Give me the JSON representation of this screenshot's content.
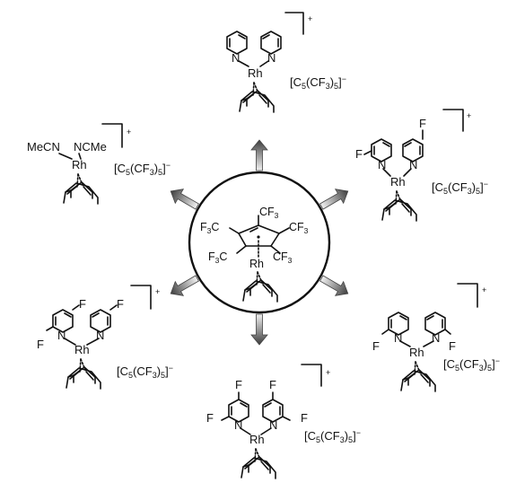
{
  "center": {
    "cf3": "CF",
    "sub3": "3",
    "f3c": "F",
    "c": "C",
    "metal": "Rh"
  },
  "metal": "Rh",
  "cation_charge": "+",
  "anion": {
    "open": "[C",
    "sub5": "5",
    "mid": "(CF",
    "sub3": "3",
    "close": ")",
    "sub5b": "5",
    "end": "]",
    "charge": "−"
  },
  "ligands": {
    "acetonitrile": "MeCN",
    "acetonitrile_alt": "NCMe",
    "nitrogen": "N",
    "fluorine": "F"
  },
  "complexes": [
    {
      "id": "pyridine",
      "ligand": "pyridine"
    },
    {
      "id": "3-fluoropyridine",
      "ligand": "3-fluoropyridine"
    },
    {
      "id": "2-fluoropyridine",
      "ligand": "2-fluoropyridine"
    },
    {
      "id": "3,5-difluoropyridine",
      "ligand": "3,5-difluoropyridine"
    },
    {
      "id": "2,6-difluoropyridine",
      "ligand": "2,6-difluoropyridine"
    },
    {
      "id": "acetonitrile",
      "ligand": "acetonitrile"
    }
  ]
}
